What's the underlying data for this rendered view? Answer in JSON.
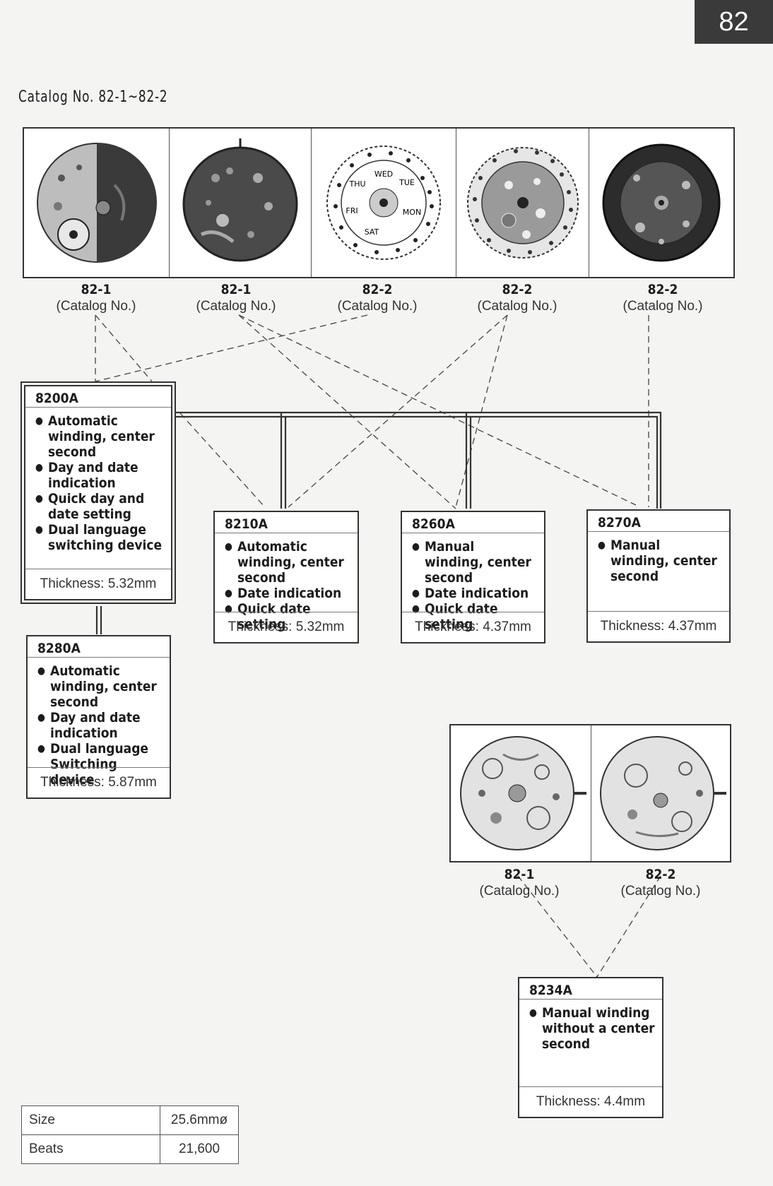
{
  "page_number": "82",
  "catalog_title": "Catalog No. 82-1~82-2",
  "top_photos": [
    {
      "num": "82-1",
      "sub": "(Catalog No.)"
    },
    {
      "num": "82-1",
      "sub": "(Catalog No.)"
    },
    {
      "num": "82-2",
      "sub": "(Catalog No.)"
    },
    {
      "num": "82-2",
      "sub": "(Catalog No.)"
    },
    {
      "num": "82-2",
      "sub": "(Catalog No.)"
    }
  ],
  "bottom_photos": [
    {
      "num": "82-1",
      "sub": "(Catalog No.)"
    },
    {
      "num": "82-2",
      "sub": "(Catalog No.)"
    }
  ],
  "dial_text": {
    "days": [
      "MON",
      "TUE",
      "WED",
      "THU",
      "FRI",
      "SAT"
    ]
  },
  "movements": {
    "m8200A": {
      "code": "8200A",
      "features": [
        "Automatic winding, center second",
        "Day and date indication",
        "Quick day and date setting",
        "Dual language switching device"
      ],
      "thickness": "Thickness: 5.32mm"
    },
    "m8210A": {
      "code": "8210A",
      "features": [
        "Automatic winding, center second",
        "Date indication",
        "Quick date setting"
      ],
      "thickness": "Thickness: 5.32mm"
    },
    "m8260A": {
      "code": "8260A",
      "features": [
        "Manual winding, center second",
        "Date indication",
        "Quick date setting"
      ],
      "thickness": "Thickness: 4.37mm"
    },
    "m8270A": {
      "code": "8270A",
      "features": [
        "Manual winding, center second"
      ],
      "thickness": "Thickness: 4.37mm"
    },
    "m8280A": {
      "code": "8280A",
      "features": [
        "Automatic winding, center second",
        "Day and date indication",
        "Dual language Switching device"
      ],
      "thickness": "Thickness: 5.87mm"
    },
    "m8234A": {
      "code": "8234A",
      "features": [
        "Manual winding without a center second"
      ],
      "thickness": "Thickness: 4.4mm"
    }
  },
  "specs": [
    {
      "label": "Size",
      "value": "25.6mmø"
    },
    {
      "label": "Beats",
      "value": "21,600"
    }
  ]
}
